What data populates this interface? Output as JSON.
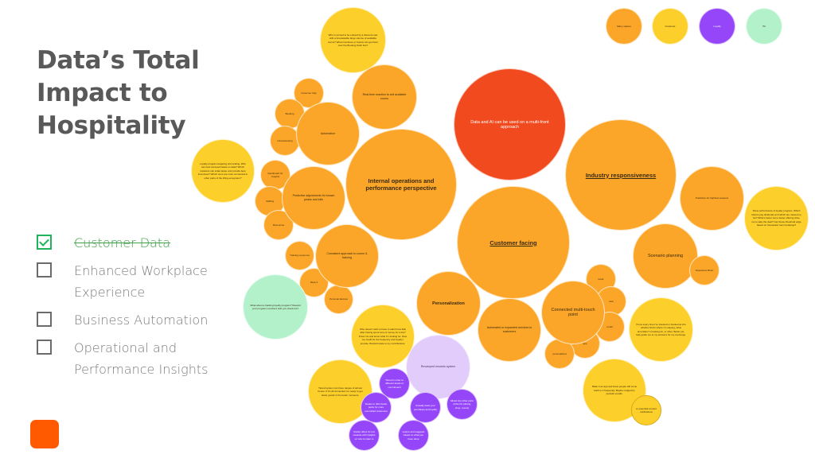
{
  "title": {
    "lines": [
      "Data’s Total",
      "Impact to",
      "Hospitality"
    ]
  },
  "checklist": [
    {
      "label": "Customer Data",
      "checked": true
    },
    {
      "label": "Enhanced Workplace Experience",
      "checked": false
    },
    {
      "label": "Business Automation",
      "checked": false
    },
    {
      "label": "Operational and Performance Insights",
      "checked": false
    }
  ],
  "legend": [
    {
      "label": "Many spaces",
      "color": "#fba628"
    },
    {
      "label": "Customer",
      "color": "#fdcf2a"
    },
    {
      "label": "Loyalty",
      "color": "#9546f8"
    },
    {
      "label": "IM",
      "color": "#b3f1cb"
    }
  ],
  "colors": {
    "orange": "#fba628",
    "yellow": "#fdcf2a",
    "red": "#f24a1f",
    "purple": "#9546f8",
    "lilac": "#e2ccfb",
    "mint": "#b3f1cb",
    "brand": "#ff5a00",
    "check_green": "#1fb45a"
  },
  "bubbles": {
    "center": "Data and AI can be used on a multi-front approach",
    "internal_ops": "Internal operations and performance perspective",
    "industry": "Industry responsiveness",
    "customer_facing": "Customer facing",
    "realtime": "Real-time reaction to sell available rooms",
    "automation": "Automation",
    "customer_help": "Customer help",
    "booking": "Booking",
    "housekeeping": "Housekeeping",
    "predictive_adj": "Predictive adjustments for known peaks and lulls",
    "dashboard": "Dashboard for insights",
    "staffing": "Staffing",
    "resources": "Resources",
    "consistent": "Consistent approach to comm & training",
    "training": "Training resources",
    "meta": "Meta 3",
    "personal_devices": "Personal devices",
    "predictive_seasons": "Predictive for high/low seasons",
    "scenario": "Scenario planning",
    "ops_brain": "Operations Brain",
    "personalization": "Personalization",
    "automated_services": "Automated or expanded services to customers",
    "connected": "Connected multi-touch point",
    "kiosk": "kiosk",
    "web": "web",
    "email": "email",
    "app": "app",
    "personalized": "personalized",
    "revamped": "Revamped rewards system",
    "q_discount": "Who is primed to be enticed by a discount rate with a forecastable large volume of available rooms? What incentives or boosts can get them over the Booking finish line?",
    "q_loyalty": "Loyalty program targeting and scaling. Who can best succeed based on data? Which locations can scale better and provide best incentives? Which ones are more connected to other parts of the Wing ecosystem?",
    "q_mint": "What about a tracking loyalty program? Reward your program members with you check-ins?",
    "q_spend": "Who doesn't wish to have to admit how little after having spent tons of money for a trip? Know me and know what I'm looking for. Give me credit for the frequency and loyalty I provide. Reward scale to my contributions.",
    "q_show_perf": "Show performance of loyalty program. Which factors pay dividends and which are missed so far? What's better can a better offering drive me to take the deal? Can these threshold edge based on forecasted room bookings?",
    "q_know_every": "Know every time I've traveled or booked at info whether that's where I'm staying, what amenities I'm looking for, or other. Better yet, help guide me to my answers for my concierge.",
    "q_app": "Make it an app and know people will come back to it frequently. Maybe nudged by periodic emails.",
    "q_notifications": "or essential content notifications",
    "q_tiered": "Tiered system can have ranges of almost bonus. If it's all connected, be ready to get better goods in the better moments.",
    "p_tiered": "Tiered in order to different levels of commitment",
    "p_scales": "Scales to offer better perks for more committed customers",
    "p_actually": "Actually track your purchases and loyalty",
    "p_mixed": "Mixed into other parts of the biz (dining, shop, rooms)",
    "p_scales_offers": "Scales offers for low rewards with insights on who to cater to",
    "p_learns": "Learns and suggests based on what you have done"
  }
}
